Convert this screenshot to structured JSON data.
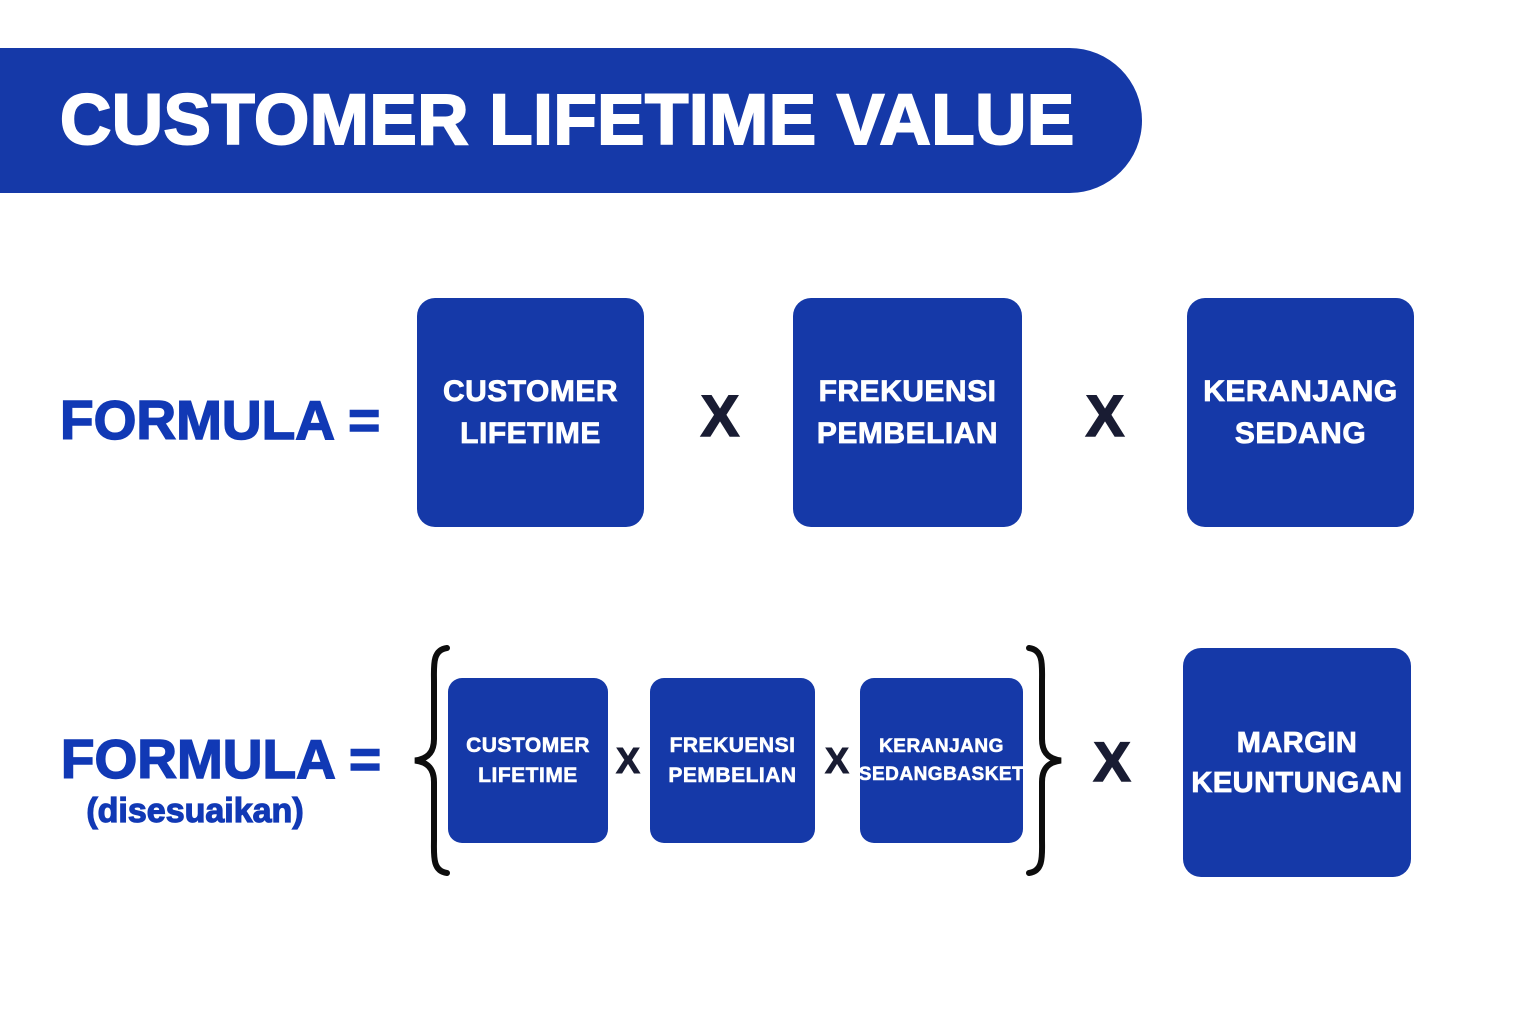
{
  "title": "CUSTOMER LIFETIME VALUE",
  "colors": {
    "primary_blue": "#1539A8",
    "formula_text_blue": "#1139B5",
    "operator_dark": "#191C33",
    "brace_black": "#0D0D0D",
    "box_text_white": "#FFFFFF",
    "background": "#FFFFFF"
  },
  "formula1": {
    "label": "FORMULA =",
    "operator": "X",
    "terms": [
      {
        "line1": "CUSTOMER",
        "line2": "LIFETIME"
      },
      {
        "line1": "FREKUENSI",
        "line2": "PEMBELIAN"
      },
      {
        "line1": "KERANJANG",
        "line2": "SEDANG"
      }
    ]
  },
  "formula2": {
    "label": "FORMULA =",
    "sublabel": "(disesuaikan)",
    "inner_operator": "X",
    "outer_operator": "X",
    "grouped_terms": [
      {
        "line1": "CUSTOMER",
        "line2": "LIFETIME"
      },
      {
        "line1": "FREKUENSI",
        "line2": "PEMBELIAN"
      },
      {
        "line1": "KERANJANG",
        "line2": "SEDANGBASKET"
      }
    ],
    "final_term": {
      "line1": "MARGIN",
      "line2": "KEUNTUNGAN"
    }
  }
}
